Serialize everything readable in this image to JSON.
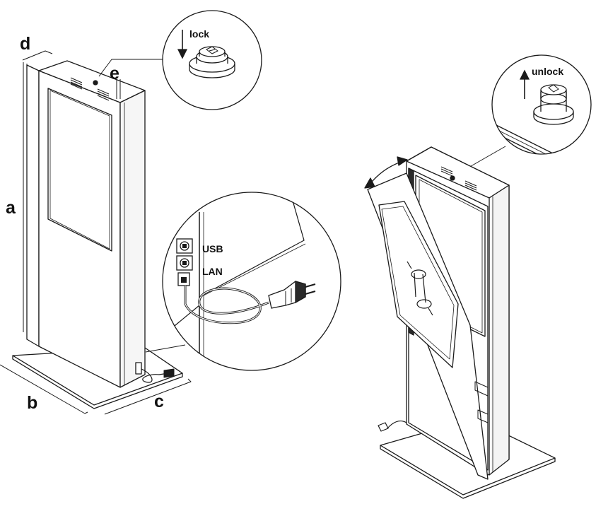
{
  "dimensions": {
    "a": "a",
    "b": "b",
    "c": "c",
    "d": "d",
    "e": "e"
  },
  "callouts": {
    "lock": "lock",
    "unlock": "unlock",
    "usb": "USB",
    "lan": "LAN"
  },
  "colors": {
    "line": "#1a1a1a",
    "panel_fill": "#ffffff",
    "side_fill": "#f4f4f4",
    "dark_fill": "#2a2a2a"
  }
}
